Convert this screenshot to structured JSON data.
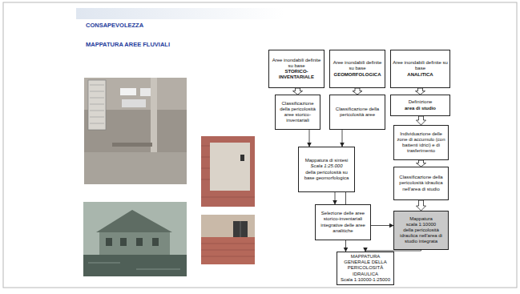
{
  "diagram": {
    "title": "CONSAPEVOLEZZA",
    "nodes": [
      {
        "text": [
          "Aree inondabili definite su base",
          "STORICO-INVENTARIALE"
        ]
      },
      {
        "text": [
          "Aree inondabili definite su base",
          "GEOMORFOLOGICA"
        ]
      },
      {
        "text": [
          "Aree inondabili definite su base",
          "ANALITICA"
        ]
      },
      {
        "text": [
          "Classificazione della pericolosità aree storico-inventariali"
        ]
      },
      {
        "text": [
          "Classificazione della pericolosità aree"
        ]
      },
      {
        "text": [
          "Definizione",
          "area di studio"
        ]
      },
      {
        "text": [
          "Mappatura di sintesi",
          "Scala 1:25.000",
          "della pericolosità su base geomorfologica"
        ]
      },
      {
        "text": [
          "Individuazione delle zone di accumulo (con battenti idrici) e di trasferimento"
        ]
      },
      {
        "text": [
          "Classificazione della pericolosità idraulica nell'area di studio"
        ]
      },
      {
        "text": [
          "Selezione delle aree storico-inventariali integrative delle aree analitiche"
        ]
      },
      {
        "text": [
          "Mappatura",
          "scala 1:10000",
          "della pericolosità idraulica nell'area di studio integrata"
        ]
      },
      {
        "text": [
          "MAPPATURA GENERALE DELLA PERICOLOSITÀ IDRAULICA",
          "Scala 1:10000-1:25000"
        ]
      }
    ],
    "edges": [
      {
        "from": 0,
        "to": 3,
        "arrow": "to"
      },
      {
        "from": 1,
        "to": 4,
        "arrow": "to"
      },
      {
        "from": 2,
        "to": 5,
        "arrow": "to"
      },
      {
        "from": 5,
        "to": 7,
        "arrow": "to"
      },
      {
        "from": 7,
        "to": 8,
        "arrow": "to"
      },
      {
        "from": 8,
        "to": 10,
        "arrow": "to"
      },
      {
        "from": 3,
        "to": 6,
        "arrow": "to"
      },
      {
        "from": 4,
        "to": 6,
        "arrow": "to"
      },
      {
        "from": 6,
        "to": 9,
        "arrow": "to"
      },
      {
        "from": 9,
        "to": 10,
        "arrow": "to"
      },
      {
        "from": 10,
        "to": 11,
        "arrow": "to"
      },
      {
        "from": 6,
        "to": 11,
        "arrow": "to"
      }
    ],
    "labels": [
      "MAPPATURA AREE FLUVIALI"
    ]
  }
}
